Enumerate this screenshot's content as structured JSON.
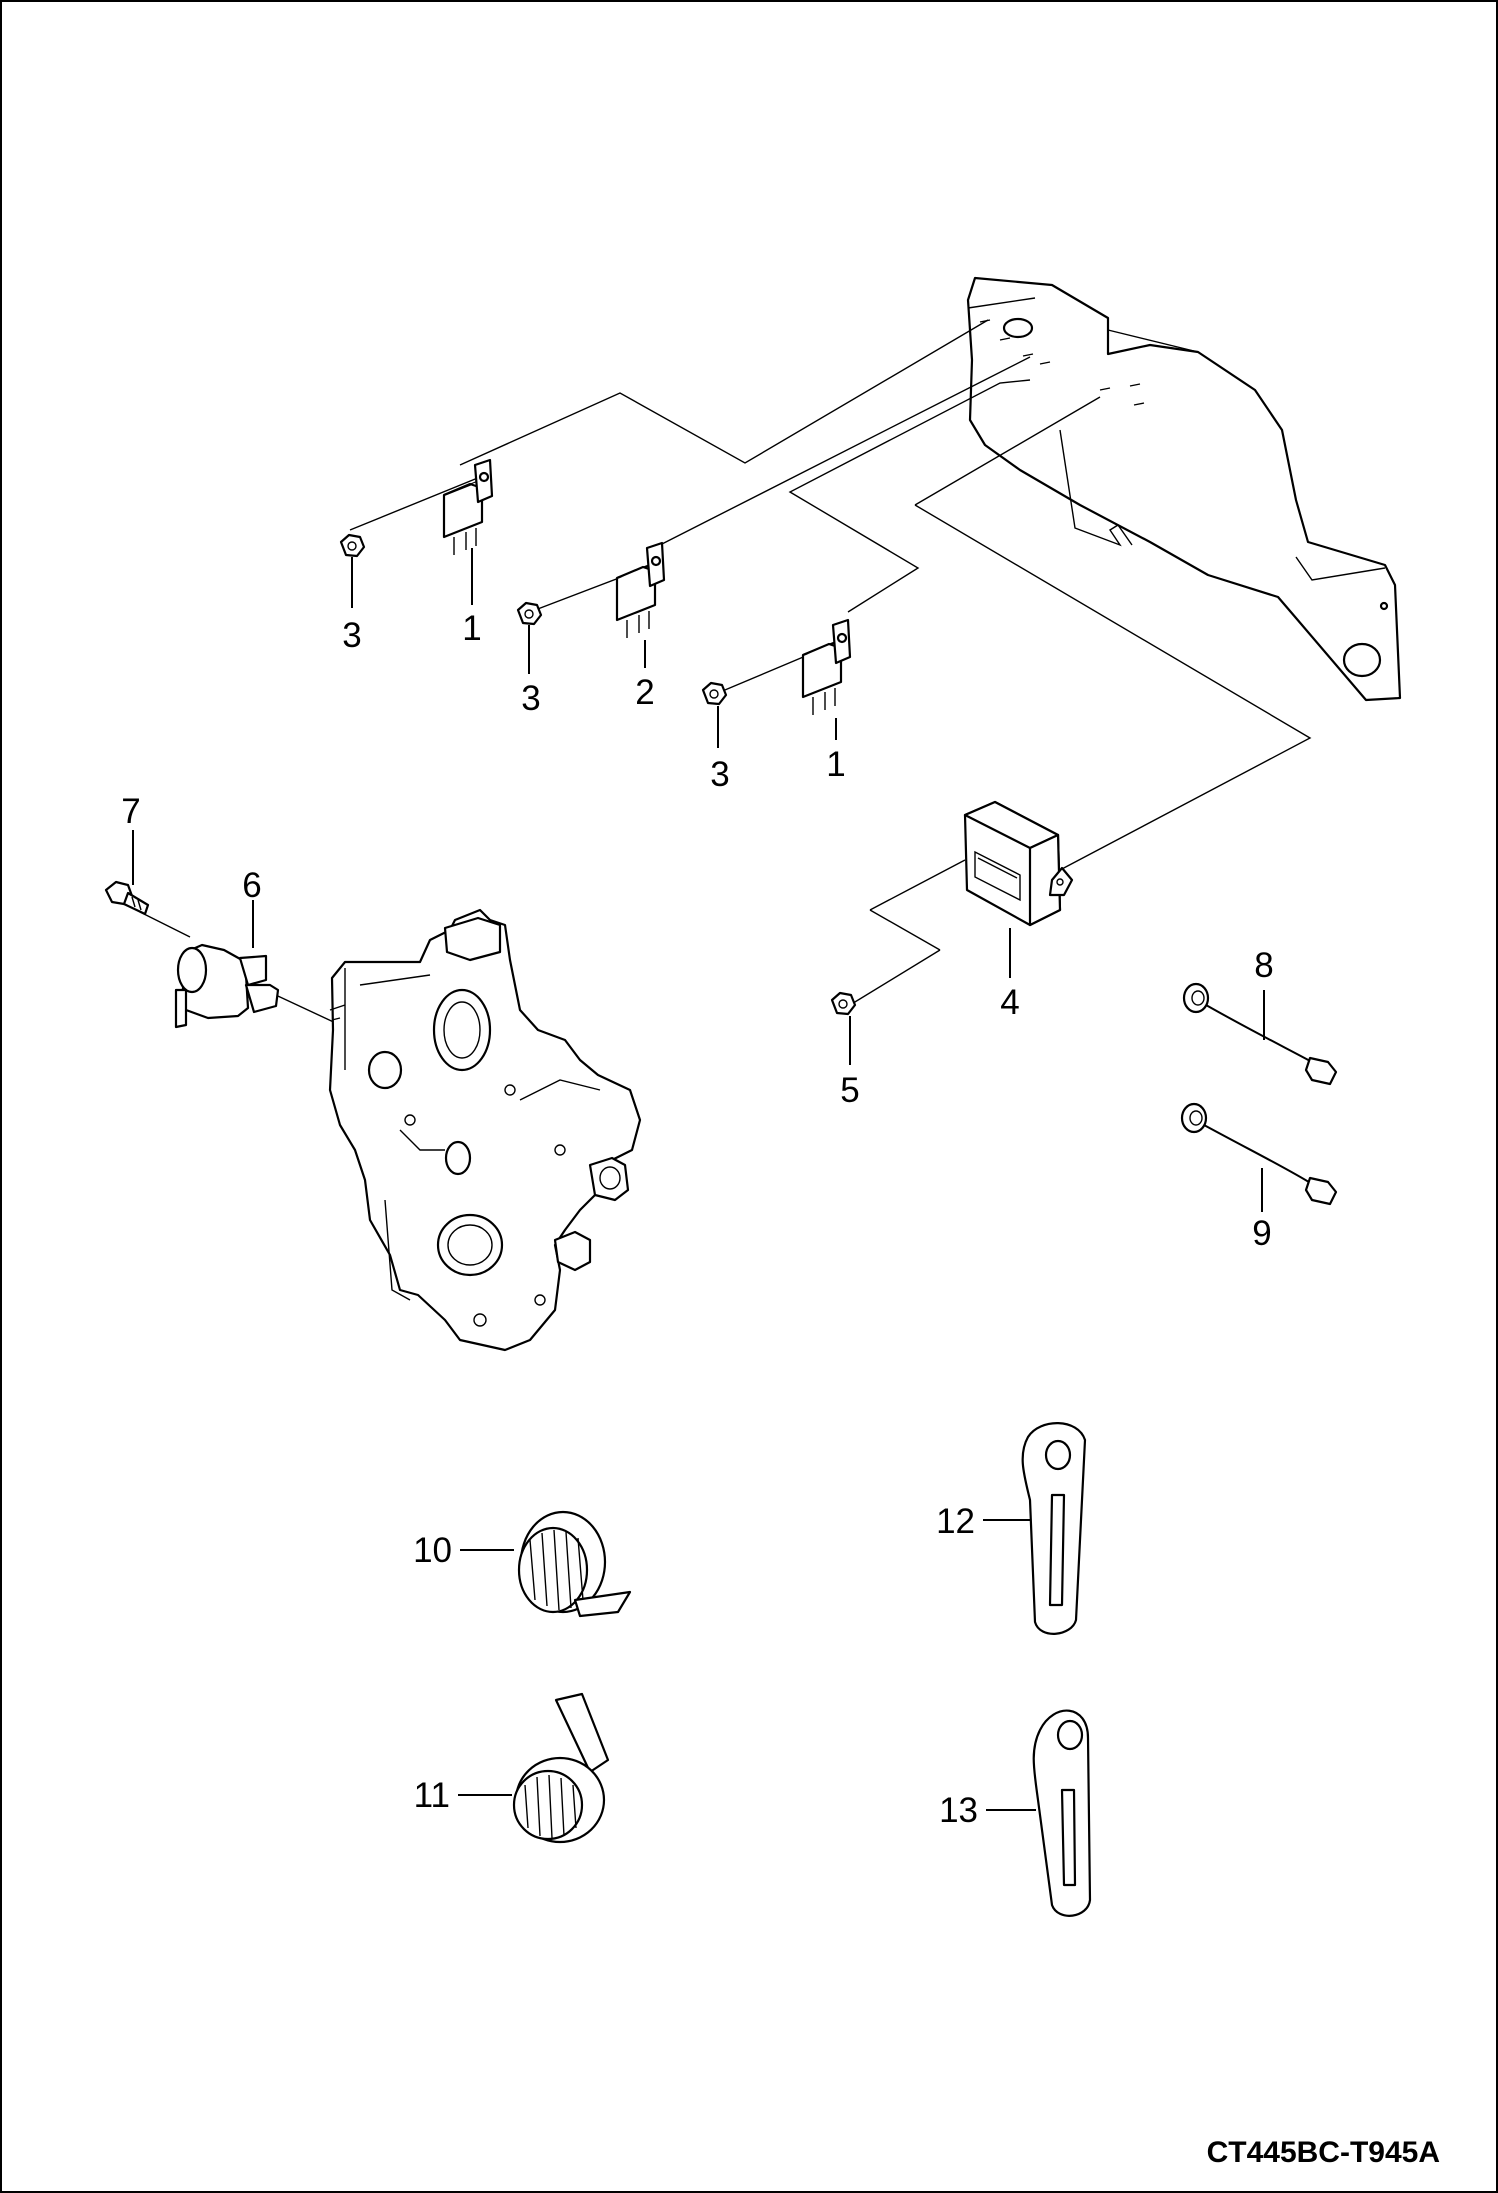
{
  "drawing_code": "CT445BC-T945A",
  "callouts": {
    "relay_a": "1",
    "relay_b": "1",
    "relay_c": "2",
    "nut_a": "3",
    "nut_b": "3",
    "nut_c": "3",
    "controller": "4",
    "nut_d": "5",
    "sensor": "6",
    "bolt": "7",
    "harness_a": "8",
    "harness_b": "9",
    "clamp_a": "10",
    "clamp_b": "11",
    "bracket_a": "12",
    "bracket_b": "13"
  }
}
